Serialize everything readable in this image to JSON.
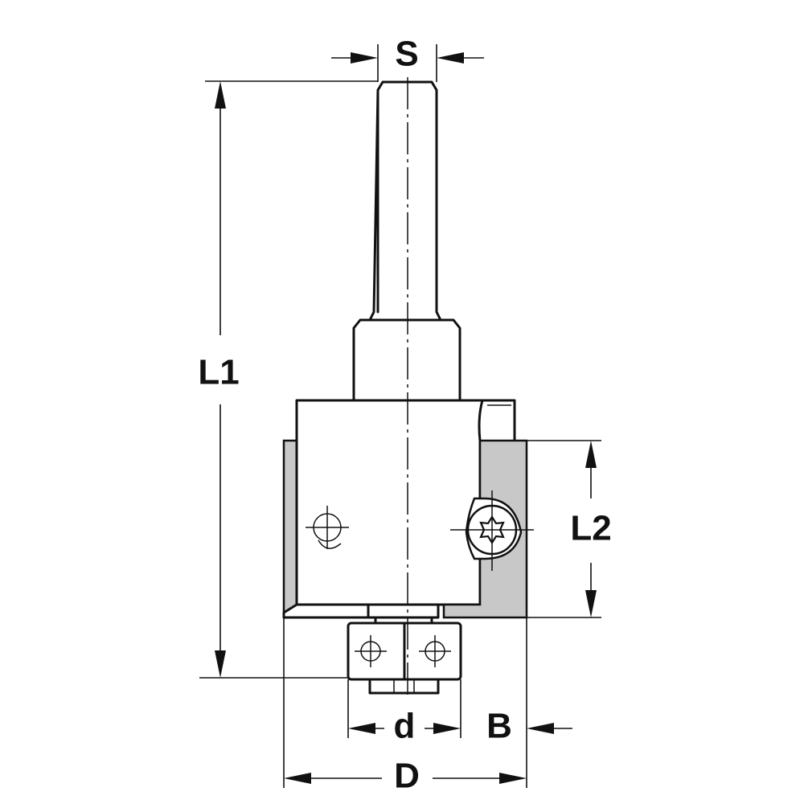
{
  "labels": {
    "s": "S",
    "l1": "L1",
    "l2": "L2",
    "d_small": "d",
    "b": "B",
    "d_large": "D"
  },
  "colors": {
    "line": "#111111",
    "blade_fill": "#c8c8c8",
    "background": "#ffffff"
  },
  "icons": {
    "screw": "torx-screw-icon",
    "bolt_hole": "crosshair-hole-icon"
  }
}
